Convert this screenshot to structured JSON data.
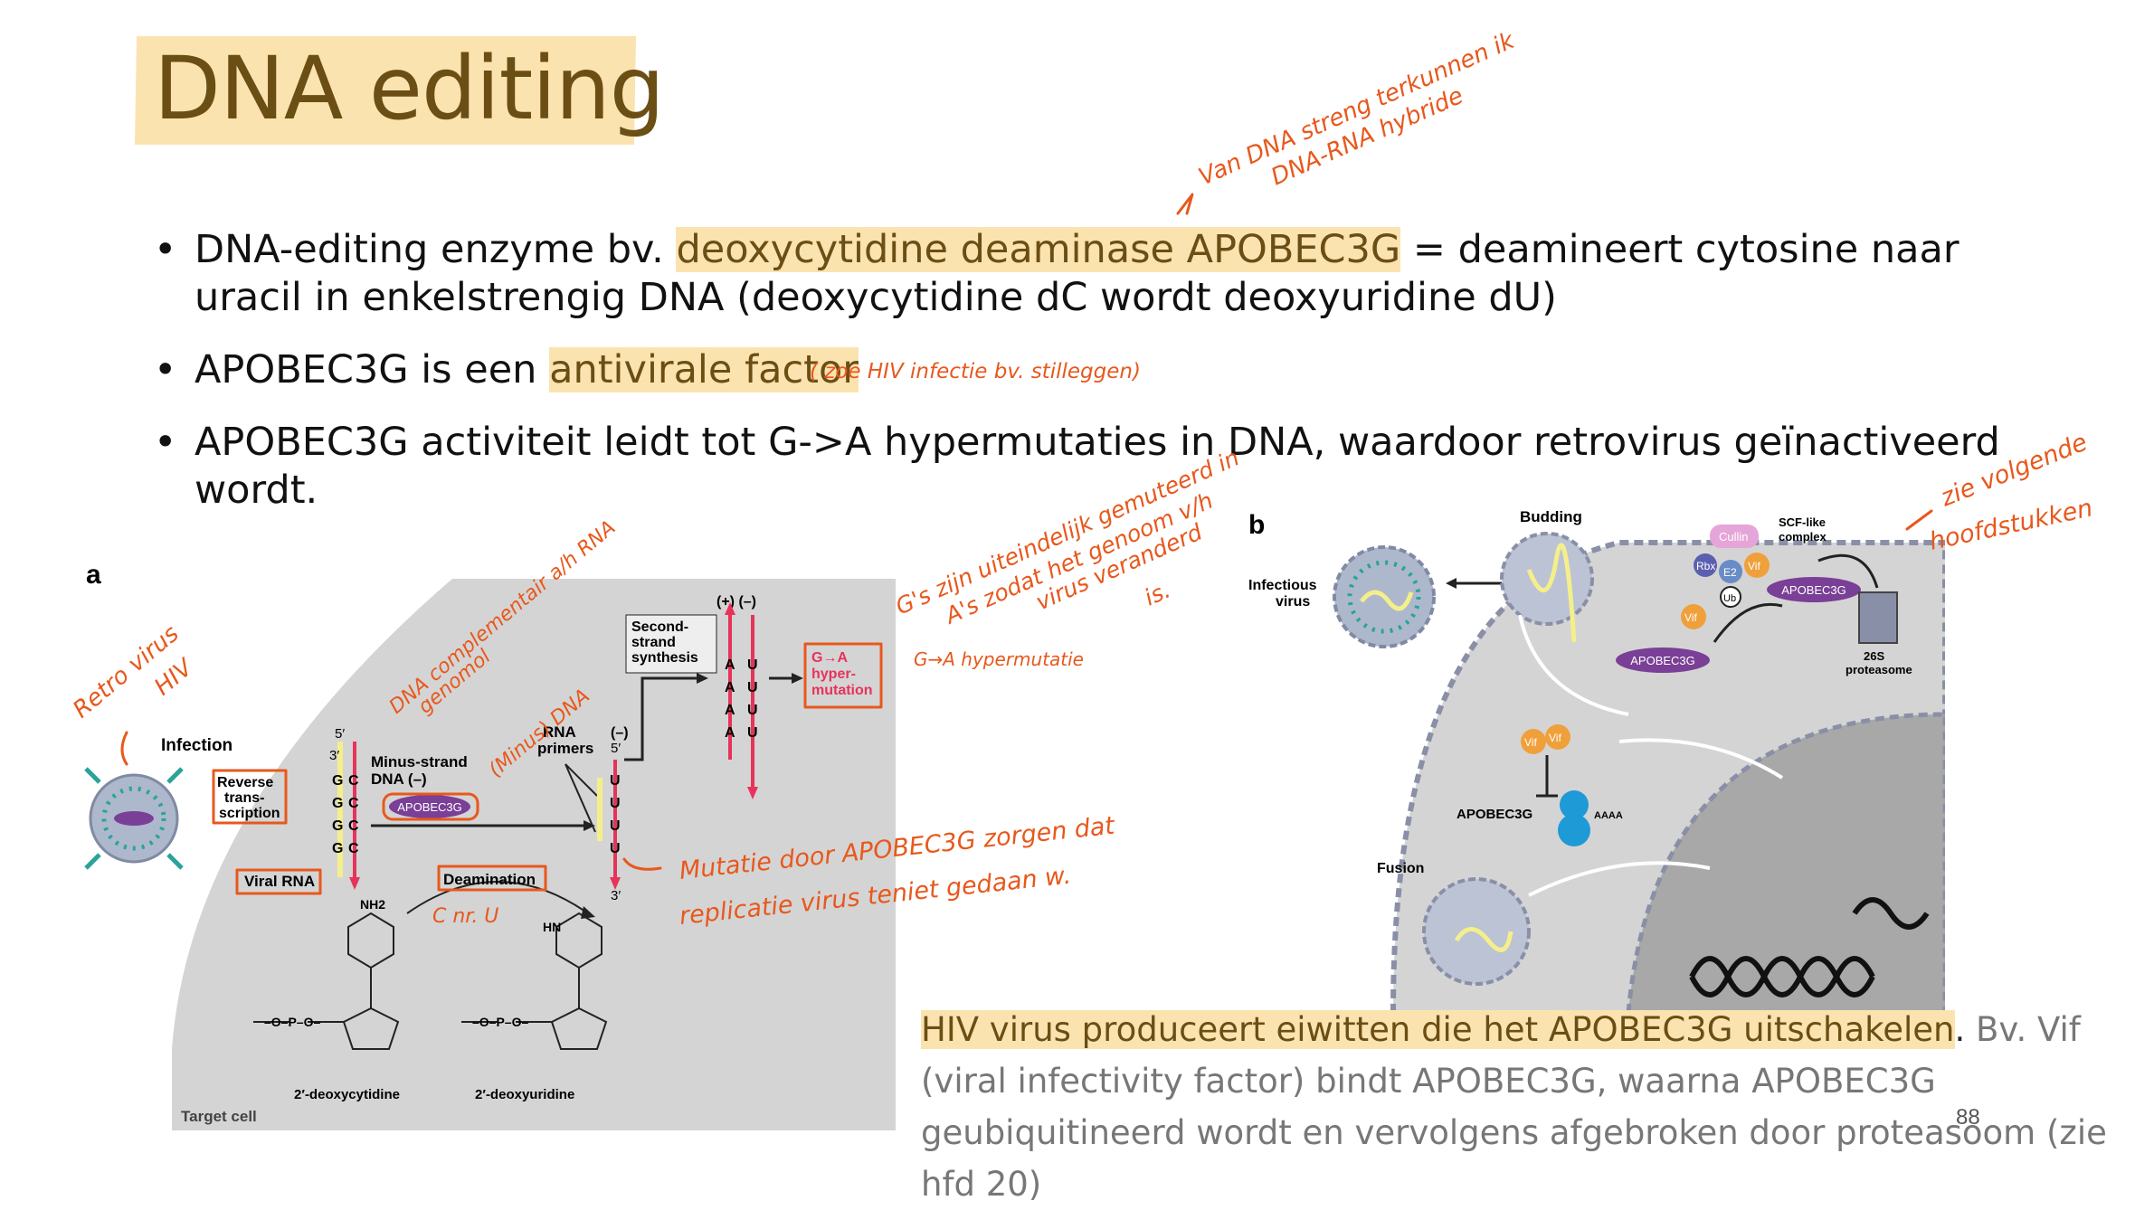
{
  "slide": {
    "title": "DNA editing",
    "page_number": "88"
  },
  "bullets": [
    {
      "pre": "DNA-editing enzyme bv. ",
      "hl": "deoxycytidine deaminase APOBEC3G",
      "post": " = deamineert cytosine naar uracil in enkelstrengig DNA (deoxycytidine dC wordt deoxyuridine dU)"
    },
    {
      "pre": "APOBEC3G is een ",
      "hl": "antivirale factor",
      "post": ""
    },
    {
      "pre": "APOBEC3G activiteit leidt tot G->A hypermutaties in DNA, waardoor retrovirus geïnactiveerd wordt.",
      "hl": "",
      "post": ""
    }
  ],
  "caption": {
    "highlight": "HIV virus produceert eiwitten die het APOBEC3G uitschakelen",
    "dot": ".",
    "rest": " Bv. Vif (viral infectivity factor) bindt APOBEC3G, waarna APOBEC3G geubiquitineerd wordt en vervolgens afgebroken door proteasoom (zie hfd 20)"
  },
  "figure_a": {
    "panel_label": "a",
    "infection": "Infection",
    "reverse_transcription": "Reverse trans- scription",
    "viral_rna": "Viral RNA",
    "minus_strand": "Minus-strand DNA (–)",
    "apobec3g": "APOBEC3G",
    "rna_primers": "RNA primers",
    "minus_label": "(–)",
    "second_strand": "Second- strand synthesis",
    "plus_minus": "(+) (–)",
    "hypermutation": "G→A hyper- mutation",
    "deamination": "Deamination",
    "deoxycytidine": "2′-deoxycytidine",
    "deoxyuridine": "2′-deoxyuridine",
    "target_cell": "Target cell",
    "bases_g": [
      "G",
      "G",
      "G",
      "G"
    ],
    "bases_c": [
      "C",
      "C",
      "C",
      "C"
    ],
    "bases_u": [
      "U",
      "U",
      "U",
      "U"
    ],
    "bases_a": [
      "A",
      "A",
      "A",
      "A"
    ],
    "end_5": "5′",
    "end_3": "3′",
    "nh2": "NH2",
    "hn": "HN"
  },
  "figure_b": {
    "panel_label": "b",
    "budding": "Budding",
    "infectious_virus": "Infectious virus",
    "scf_complex": "SCF-like complex",
    "cullin": "Cullin",
    "rbx": "Rbx",
    "e2": "E2",
    "vif": "Vif",
    "ub": "Ub",
    "apobec3g": "APOBEC3G",
    "proteasome": "26S proteasome",
    "fusion": "Fusion",
    "aaaa": "AAAA"
  },
  "handwriting": {
    "top_right": [
      "Van DNA streng terkunnen ik",
      "DNA-RNA hybride"
    ],
    "factor_note": "( zoe HIV infectie bv. stilleggen)",
    "retrovirus": [
      "Retro virus",
      "HIV"
    ],
    "complementair": [
      "DNA complementair a/h RNA",
      "genomol"
    ],
    "minus_dna": "(Minus) DNA",
    "g_note": [
      "G's zijn uiteindelijk gemuteerd in",
      "A's zodat het genoom v/h",
      "virus veranderd",
      "is."
    ],
    "g_to_a": "G→A hypermutatie",
    "cnr": "C nr. U",
    "mutatie": [
      "Mutatie door APOBEC3G zorgen dat",
      "replicatie virus teniet gedaan w."
    ],
    "volgende": [
      "zie volgende",
      "hoofdstukken"
    ]
  },
  "colors": {
    "highlight": "#fbe3b0",
    "title_text": "#6b4e14",
    "handwriting": "#e8581c",
    "cell_gray": "#d4d4d4",
    "nucleus_gray": "#a8a8a8",
    "apobec_purple": "#7a3f96",
    "vif_orange": "#f0a03a",
    "teal": "#2aa39a"
  }
}
